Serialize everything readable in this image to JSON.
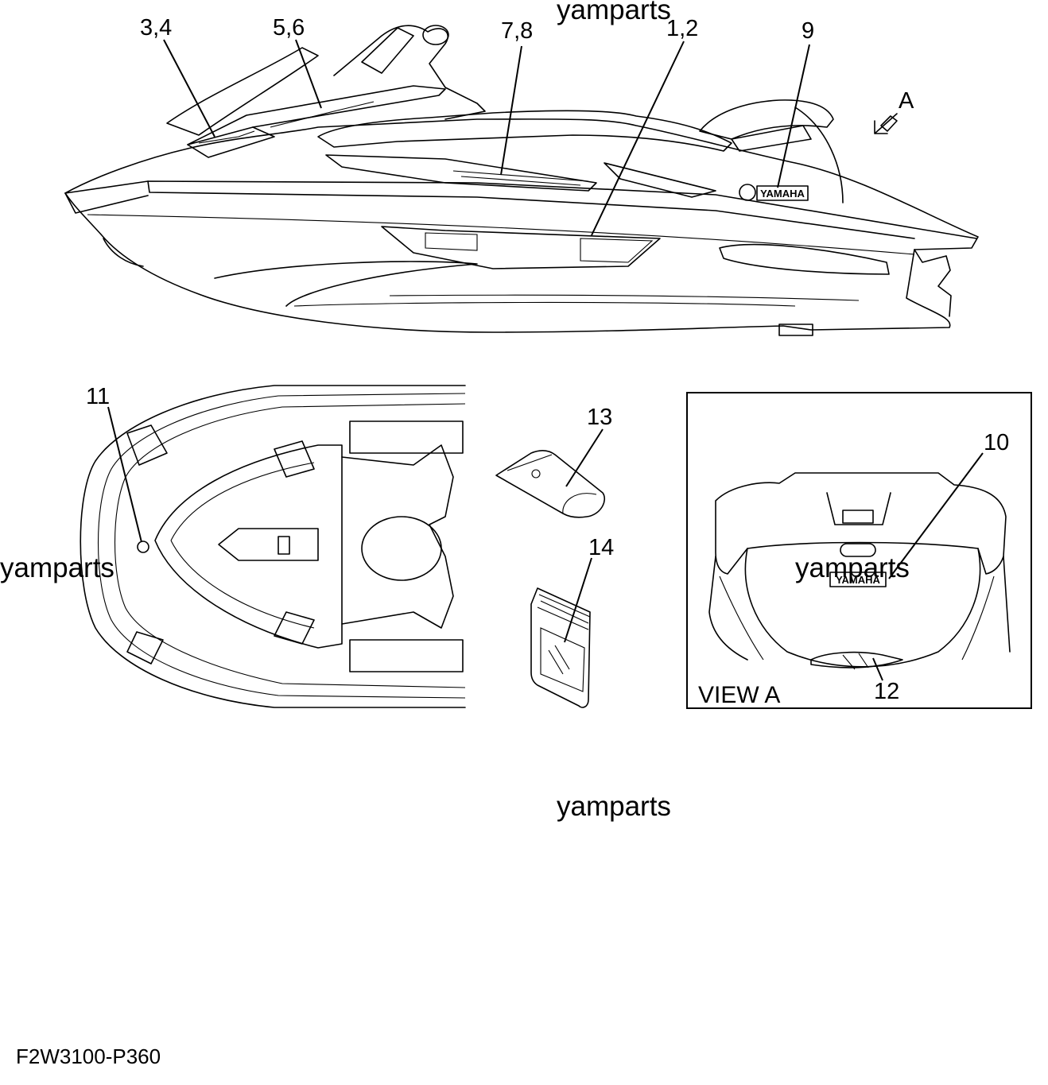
{
  "watermarks": [
    "yamparts",
    "yamparts",
    "yamparts",
    "yamparts"
  ],
  "callouts": {
    "c34": "3,4",
    "c56": "5,6",
    "c78": "7,8",
    "c12": "1,2",
    "c9": "9",
    "cA": "A",
    "c11": "11",
    "c13": "13",
    "c14": "14",
    "c10": "10",
    "c12b": "12"
  },
  "decals": {
    "brand": "YAMAHA",
    "brand_rear": "YAMAHA"
  },
  "view_label": "VIEW A",
  "figure_code": "F2W3100-P360"
}
